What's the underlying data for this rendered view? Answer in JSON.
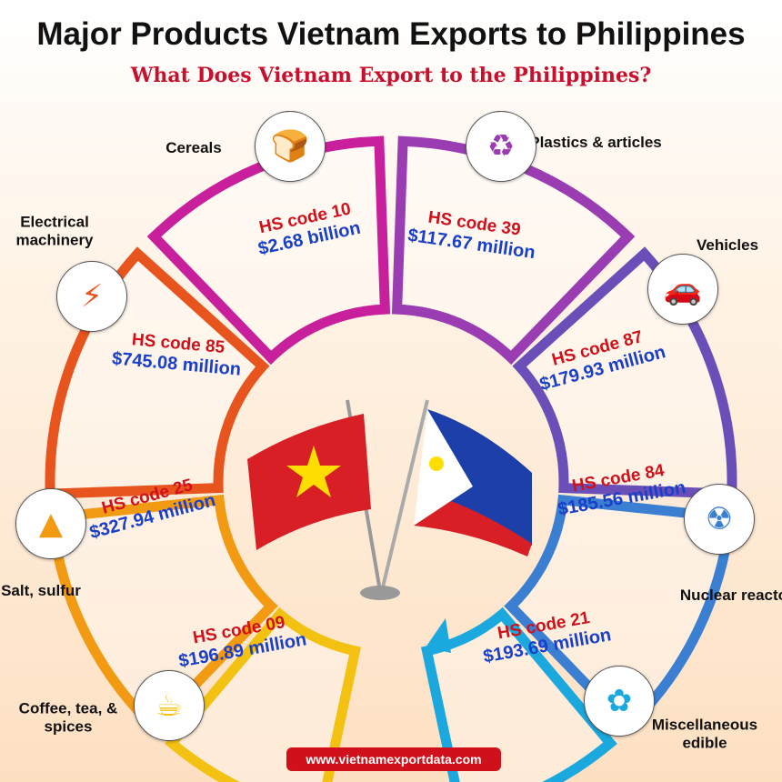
{
  "title": "Major Products Vietnam Exports to Philippines",
  "subtitle": "What Does Vietnam Export to the Philippines?",
  "segments": [
    {
      "category": "Cereals",
      "hs": "HS code 10",
      "value": "$2.68 billion",
      "color": "#c8209c",
      "icon": "bread-icon",
      "glyph": "🍞"
    },
    {
      "category": "Plastics & articles",
      "hs": "HS code 39",
      "value": "$117.67 million",
      "color": "#9a3db2",
      "icon": "plastic-waste-icon",
      "glyph": "♻"
    },
    {
      "category": "Vehicles",
      "hs": "HS code 87",
      "value": "$179.93 million",
      "color": "#6a4fb8",
      "icon": "car-icon",
      "glyph": "🚗"
    },
    {
      "category": "Nuclear reactors",
      "hs": "HS code 84",
      "value": "$185.56 million",
      "color": "#3a7fd2",
      "icon": "radiation-icon",
      "glyph": "☢"
    },
    {
      "category": "Miscellaneous edible",
      "hs": "HS code 21",
      "value": "$193.69 million",
      "color": "#1ba8de",
      "icon": "salad-bowl-icon",
      "glyph": "✿"
    },
    {
      "category": "Coffee, tea, & spices",
      "hs": "HS code 09",
      "value": "$196.89 million",
      "color": "#f2c111",
      "icon": "coffee-cup-icon",
      "glyph": "☕"
    },
    {
      "category": "Salt, sulfur",
      "hs": "HS code 25",
      "value": "$327.94 million",
      "color": "#f29a12",
      "icon": "salt-pile-icon",
      "glyph": "▲"
    },
    {
      "category": "Electrical machinery",
      "hs": "HS code 85",
      "value": "$745.08 million",
      "color": "#e8541d",
      "icon": "electrical-cabinet-icon",
      "glyph": "⚡"
    }
  ],
  "footer": "www.vietnamexportdata.com"
}
